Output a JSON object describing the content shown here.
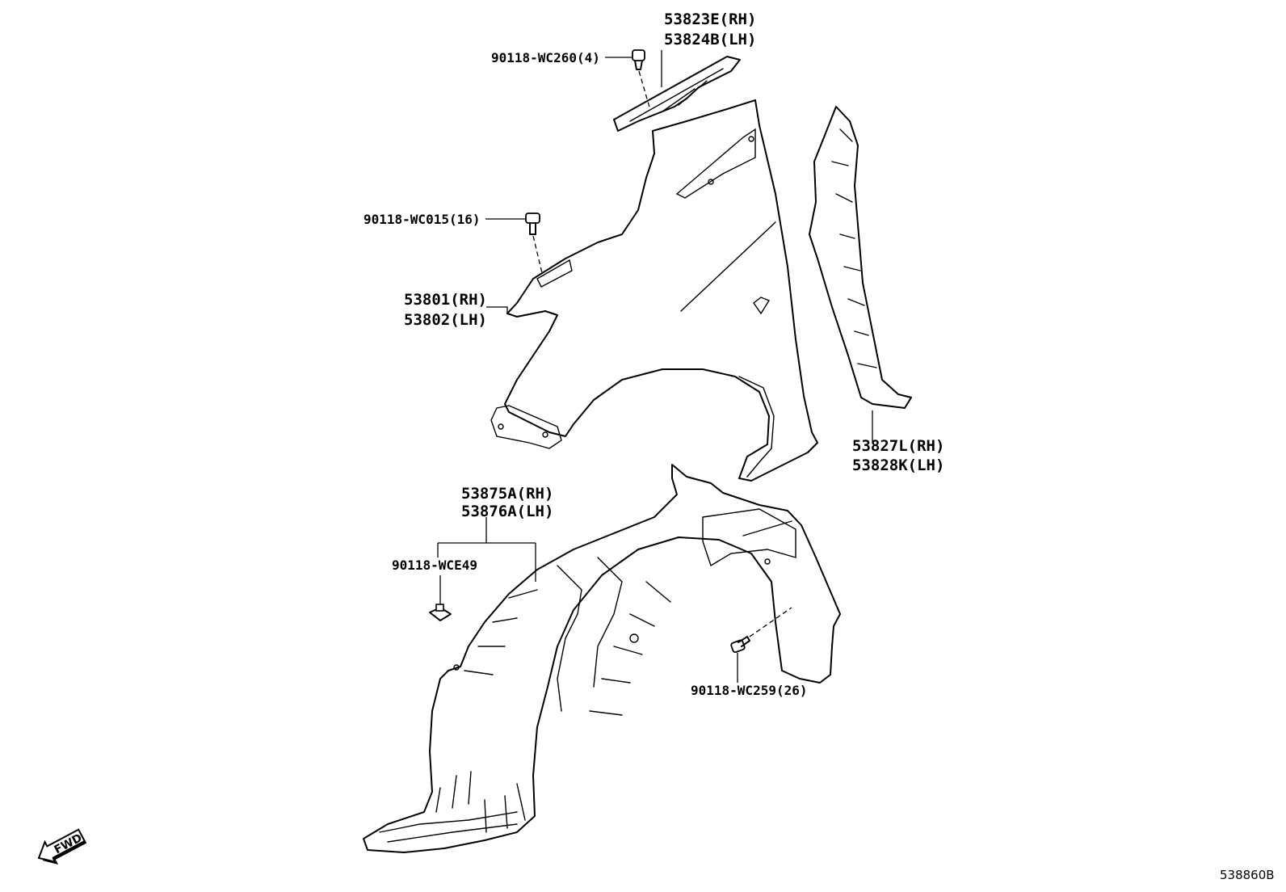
{
  "callouts": {
    "part_53823E": "53823E(RH)",
    "part_53824B": "53824B(LH)",
    "bolt_wc260": "90118-WC260(4)",
    "bolt_wc015": "90118-WC015(16)",
    "part_53801": "53801(RH)",
    "part_53802": "53802(LH)",
    "part_53827L": "53827L(RH)",
    "part_53828K": "53828K(LH)",
    "part_53875A": "53875A(RH)",
    "part_53876A": "53876A(LH)",
    "clip_wce49": "90118-WCE49",
    "screw_wc259": "90118-WC259(26)"
  },
  "direction": {
    "label": "FWD"
  },
  "footer": {
    "reference": "538860B"
  }
}
